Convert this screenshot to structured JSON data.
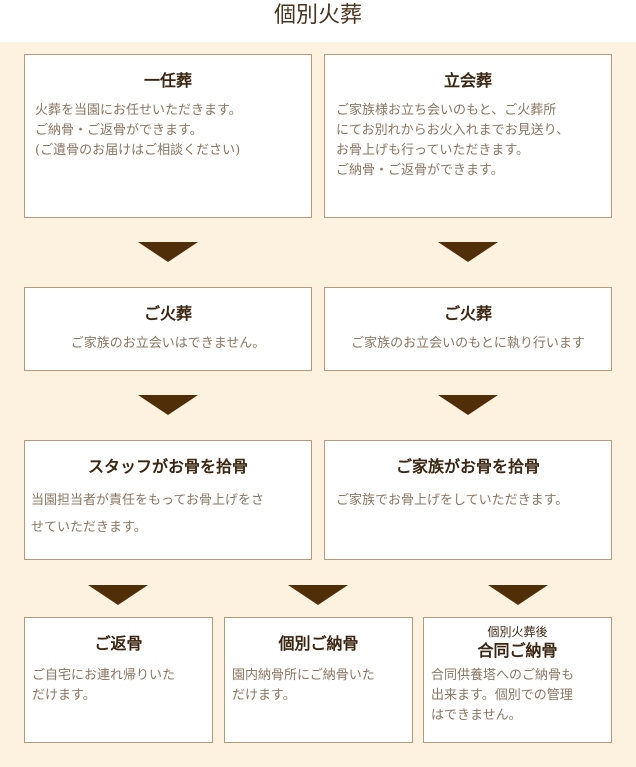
{
  "page": {
    "title": "個別火葬"
  },
  "steps": {
    "ninin": {
      "title": "一任葬",
      "body": "火葬を当園にお任せいただきます。\nご納骨・ご返骨ができます。\n(ご遺骨のお届けはご相談ください)"
    },
    "tachiai": {
      "title": "立会葬",
      "body": "ご家族様お立ち会いのもと、ご火葬所\nにてお別れからお火入れまでお見送り、\nお骨上げも行っていただきます。\nご納骨・ご返骨ができます。"
    },
    "kaso_left": {
      "title": "ご火葬",
      "body": "ご家族のお立会いはできません。"
    },
    "kaso_right": {
      "title": "ご火葬",
      "body": "ご家族のお立会いのもとに執り行います"
    },
    "shukotsu_staff": {
      "title": "スタッフがお骨を拾骨",
      "body": "当園担当者が責任をもってお骨上げをさ\nせていただきます。"
    },
    "shukotsu_family": {
      "title": "ご家族がお骨を拾骨",
      "body": "ご家族でお骨上げをしていただきます。"
    },
    "henkotsu": {
      "title": "ご返骨",
      "body": "ご自宅にお連れ帰りいた\nだけます。"
    },
    "kobetsu_nokotsu": {
      "title": "個別ご納骨",
      "body": "園内納骨所にご納骨いた\nだけます。"
    },
    "godo_nokotsu": {
      "subtitle": "個別火葬後",
      "title": "合同ご納骨",
      "body": "合同供養塔へのご納骨も\n出来ます。個別での管理\nはできません。"
    }
  },
  "colors": {
    "background": "#fdf2df",
    "box_border": "#b59a7a",
    "arrow": "#4f2e08",
    "title_text": "#3b2612",
    "body_text": "#8a7662"
  },
  "icons": {
    "arrow": "down-triangle-arrow"
  }
}
